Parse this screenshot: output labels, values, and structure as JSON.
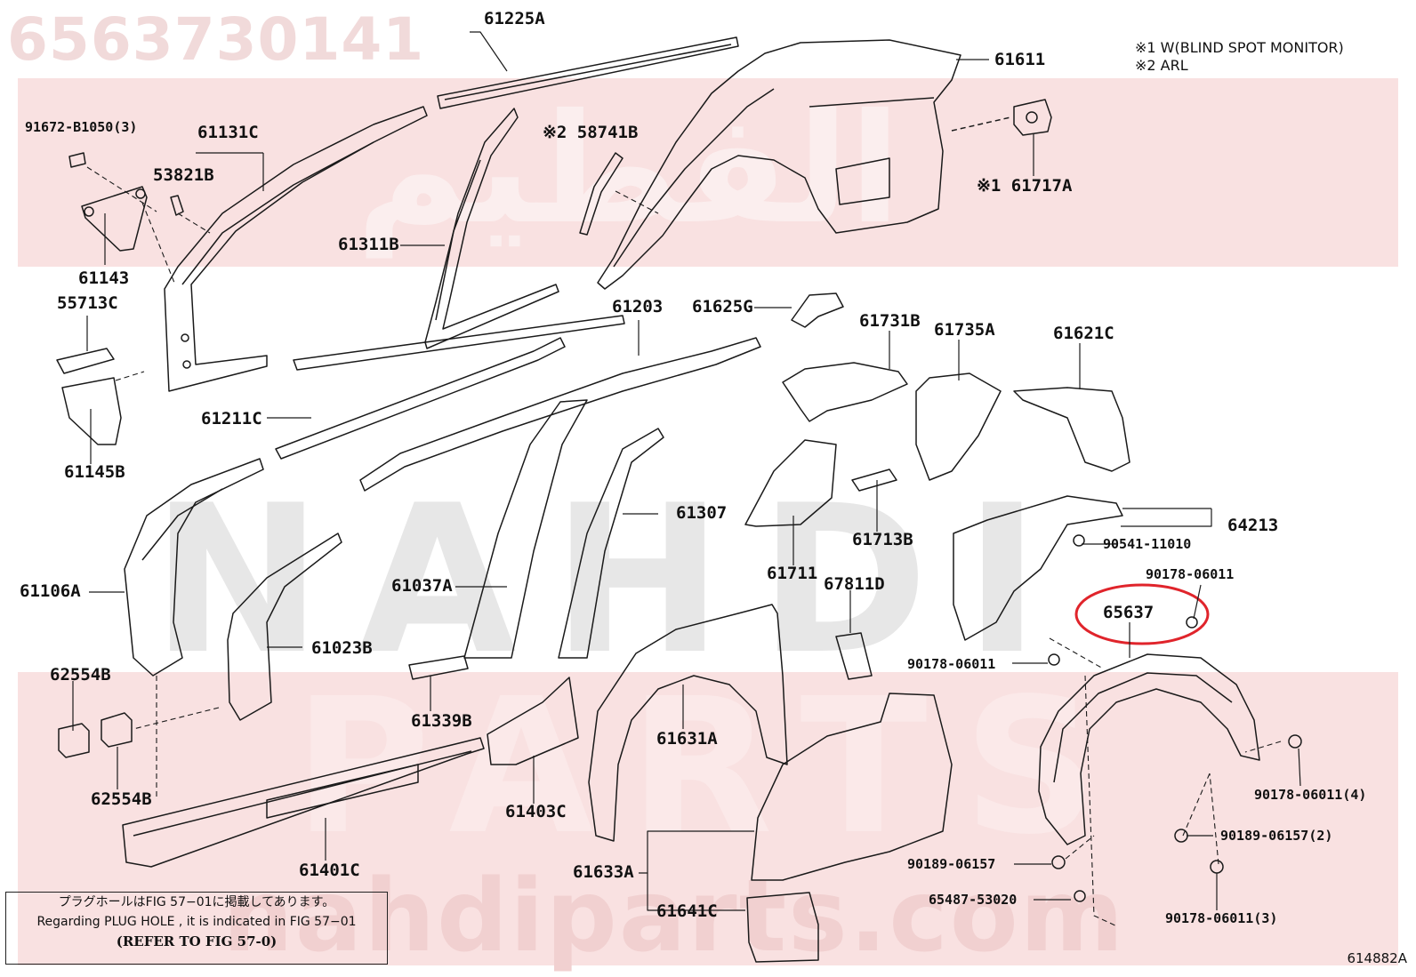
{
  "header": {
    "part_number": "6563730141"
  },
  "notes": [
    "※1 W(BLIND SPOT MONITOR)",
    "※2 ARL"
  ],
  "labels": [
    {
      "id": "61225A",
      "text": "61225A"
    },
    {
      "id": "61611",
      "text": "61611"
    },
    {
      "id": "91672",
      "text": "91672-B1050(3)"
    },
    {
      "id": "61131C",
      "text": "61131C"
    },
    {
      "id": "53821B",
      "text": "53821B"
    },
    {
      "id": "58741B",
      "text": "※2 58741B"
    },
    {
      "id": "61717A",
      "text": "※1 61717A"
    },
    {
      "id": "61143",
      "text": "61143"
    },
    {
      "id": "61311B",
      "text": "61311B"
    },
    {
      "id": "55713C",
      "text": "55713C"
    },
    {
      "id": "61203",
      "text": "61203"
    },
    {
      "id": "61625G",
      "text": "61625G"
    },
    {
      "id": "61731B",
      "text": "61731B"
    },
    {
      "id": "61735A",
      "text": "61735A"
    },
    {
      "id": "61621C",
      "text": "61621C"
    },
    {
      "id": "61211C",
      "text": "61211C"
    },
    {
      "id": "61145B",
      "text": "61145B"
    },
    {
      "id": "61307",
      "text": "61307"
    },
    {
      "id": "61713B",
      "text": "61713B"
    },
    {
      "id": "90541",
      "text": "90541-11010"
    },
    {
      "id": "64213",
      "text": "64213"
    },
    {
      "id": "61106A",
      "text": "61106A"
    },
    {
      "id": "61037A",
      "text": "61037A"
    },
    {
      "id": "61711",
      "text": "61711"
    },
    {
      "id": "67811D",
      "text": "67811D"
    },
    {
      "id": "90178a",
      "text": "90178-06011"
    },
    {
      "id": "65637",
      "text": "65637"
    },
    {
      "id": "61023B",
      "text": "61023B"
    },
    {
      "id": "90178b",
      "text": "90178-06011"
    },
    {
      "id": "62554B_top",
      "text": "62554B"
    },
    {
      "id": "61339B",
      "text": "61339B"
    },
    {
      "id": "61631A",
      "text": "61631A"
    },
    {
      "id": "90178c",
      "text": "90178-06011(4)"
    },
    {
      "id": "62554B_bot",
      "text": "62554B"
    },
    {
      "id": "61403C",
      "text": "61403C"
    },
    {
      "id": "90189a",
      "text": "90189-06157(2)"
    },
    {
      "id": "61401C",
      "text": "61401C"
    },
    {
      "id": "61633A",
      "text": "61633A"
    },
    {
      "id": "90189b",
      "text": "90189-06157"
    },
    {
      "id": "65487",
      "text": "65487-53020"
    },
    {
      "id": "61641C",
      "text": "61641C"
    },
    {
      "id": "90178d",
      "text": "90178-06011(3)"
    }
  ],
  "plug_note": {
    "line1": "プラグホールはFIG 57−01に掲載してあります。",
    "line2": "Regarding PLUG HOLE , it is indicated in FIG 57−01",
    "line3": "(REFER TO FIG 57-0)"
  },
  "figure_ref": "614882A",
  "watermarks": {
    "arabic": "الفطيم",
    "brand1": "NAHDI",
    "brand2": "PARTS",
    "site": "nahdiparts.com"
  },
  "colors": {
    "highlight": "#e0242b",
    "ink": "#1a1a1a",
    "band": "#f9e1e1"
  }
}
